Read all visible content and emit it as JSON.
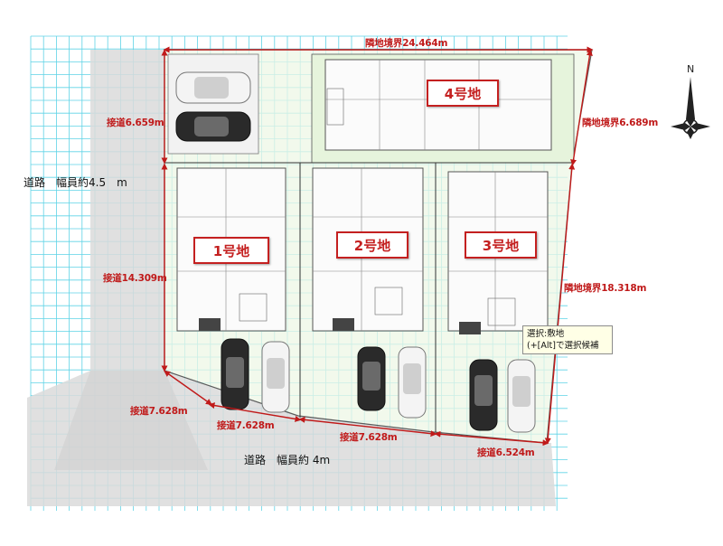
{
  "lots": [
    {
      "label": "1号地"
    },
    {
      "label": "2号地"
    },
    {
      "label": "3号地"
    },
    {
      "label": "4号地"
    }
  ],
  "dimensions": {
    "top_boundary": "隣地境界24.464m",
    "right_boundary_upper": "隣地境界6.689m",
    "right_boundary_lower": "隣地境界18.318m",
    "left_frontage_upper": "接道6.659m",
    "left_frontage_lower": "接道14.309m",
    "bottom_corner": "接道7.628m",
    "bottom_lot1": "接道7.628m",
    "bottom_lot2": "接道7.628m",
    "bottom_lot3": "接道6.524m"
  },
  "roads": {
    "west": "道路　幅員約4.5　m",
    "south": "道路　幅員約 4m"
  },
  "tooltip": {
    "line1": "選択:敷地",
    "line2": "(+[Alt]で選択候補"
  },
  "compass": {
    "north": "N"
  },
  "colors": {
    "grid": "#5fd3e6",
    "dimension": "#c01a1a",
    "lot_label": "#c42020",
    "road": "#d9d9d9",
    "site": "#eef9e8"
  }
}
